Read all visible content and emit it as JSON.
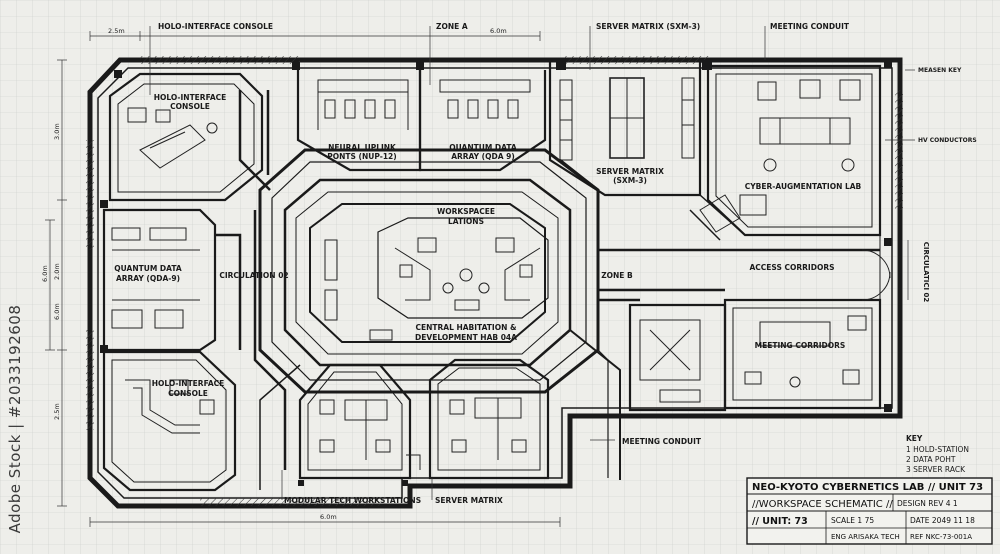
{
  "callouts": {
    "holo_top": "HOLO-INTERFACE CONSOLE",
    "zone_a": "ZONE A",
    "server_matrix_top": "SERVER MATRIX (SXM-3)",
    "meeting_conduit_top": "MEETING CONDUIT",
    "measen_key": "MEASEN KEY",
    "hv_conductors": "HV CONDUCTORS",
    "meeting_conduit_bottom": "MEETING CONDUIT",
    "modular_workstations": "MODULAR TECH WORKSTATIONS",
    "server_matrix_bottom": "SERVER MATRIX"
  },
  "dimensions": {
    "top_left": "2.5m",
    "top_center": "6.0m",
    "bottom_center": "6.0m",
    "left_a": "3.0m",
    "left_b": "6.0m",
    "left_c": "2.0m",
    "left_d": "2.5m",
    "left_e": "6.0m"
  },
  "rooms": {
    "holo_top": [
      "HOLO-INTERFACE",
      "CONSOLE"
    ],
    "neural": [
      "NEURAL UPLINK",
      "PONTS (NUP-12)"
    ],
    "quantum_top": [
      "QUANTUM DATA",
      "ARRAY (QDA 9)"
    ],
    "server_matrix": [
      "SERVER MATRIX",
      "(SXM-3)"
    ],
    "cyber_lab": "CYBER-AUGMENTATION LAB",
    "workspace": [
      "WORKSPACEE",
      "LATIONS"
    ],
    "quantum_left": [
      "QUANTUM DATA",
      "ARRAY (QDA-9)"
    ],
    "circulation_left": "CIRCULATION 02",
    "zone_b": "ZONE B",
    "access_corridors": "ACCESS CORRIDORS",
    "circulation_right": "CIRCULATICI 02",
    "central_hab": [
      "CENTRAL HABITATION &",
      "DEVELOPMENT HAB 04A"
    ],
    "meeting_corridors": "MEETING CORRIDORS",
    "holo_bottom": [
      "HOLO-INTERFACE",
      "CONSOLE"
    ]
  },
  "key": {
    "title": "KEY",
    "items": [
      "1  HOLD-STATION",
      "2  DATA POHT",
      "3  SERVER RACK"
    ]
  },
  "title_block": {
    "line1": "NEO-KYOTO CYBERNETICS LAB // UNIT 73",
    "line2": "//WORKSPACE SCHEMATIC //",
    "design_rev": "DESIGN REV  4 1",
    "unit": "// UNIT: 73",
    "scale": "SCALE  1 75",
    "date": "DATE  2049 11 18",
    "eng": "ENG  ARISAKA TECH",
    "ref": "REF  NKC-73-001A"
  },
  "watermark": "Adobe Stock | #2033192608"
}
